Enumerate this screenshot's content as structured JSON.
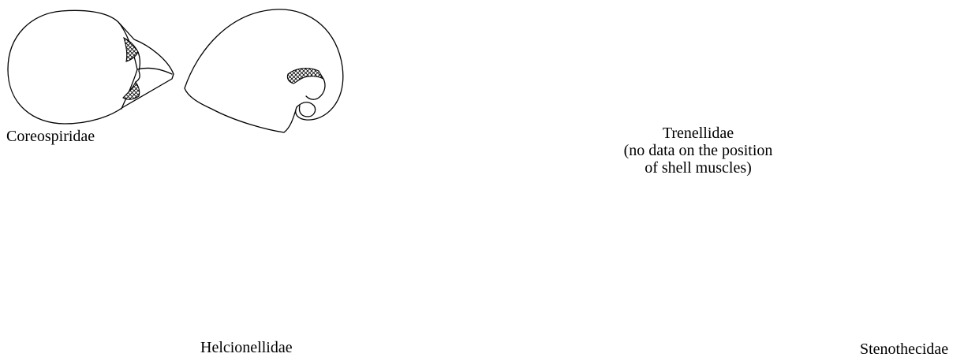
{
  "labels": {
    "coreospiridae": "Coreospiridae",
    "helcionellidae": "Helcionellidae",
    "trenellidae": "Trenellidae",
    "trenellidae_note_1": "(no data on the position",
    "trenellidae_note_2": "of shell muscles)",
    "stenothecidae": "Stenothecidae"
  },
  "colors": {
    "ink": "#000000",
    "background": "#ffffff"
  }
}
